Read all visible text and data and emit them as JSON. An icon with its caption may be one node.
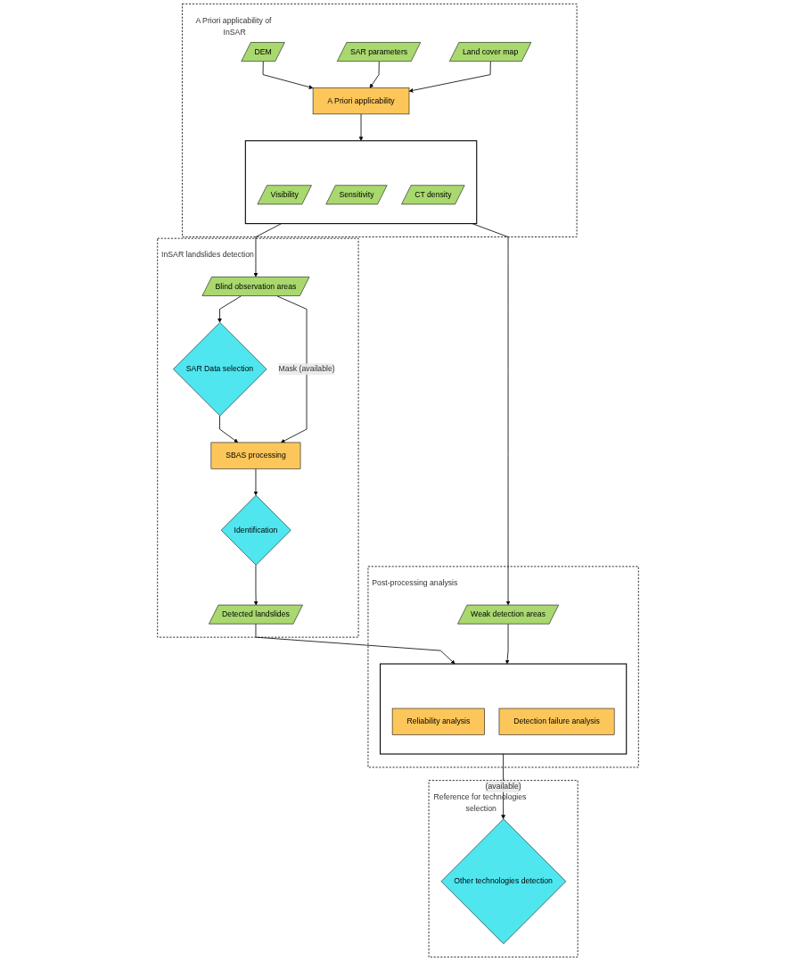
{
  "diagram": {
    "nodes": [
      {
        "text": [
          "A Priori applicability of InSAR"
        ]
      },
      {
        "text": [
          "DEM"
        ],
        "in": 0
      },
      {
        "text": [
          "SAR parameters"
        ],
        "in": 0
      },
      {
        "text": [
          "Land cover map"
        ],
        "in": 0
      },
      {
        "text": [
          "A Priori applicability"
        ],
        "in": 0
      },
      {
        "text": [],
        "shape": "box",
        "in": 0
      },
      {
        "text": [
          "Visibility"
        ],
        "in": 5
      },
      {
        "text": [
          "Sensitivity"
        ],
        "in": 5
      },
      {
        "text": [
          "CT density"
        ],
        "in": 5
      },
      {
        "text": [
          "InSAR  landslides detection"
        ]
      },
      {
        "text": [
          "Blind observation areas"
        ],
        "in": 9
      },
      {
        "text": [
          "SAR Data selection"
        ],
        "in": 9
      },
      {
        "text": [
          "SBAS processing"
        ],
        "in": 9
      },
      {
        "text": [
          "Identification"
        ],
        "in": 9
      },
      {
        "text": [
          "Detected landslides"
        ],
        "in": 9
      },
      {
        "text": [
          "Post-processing analysis"
        ]
      },
      {
        "text": [
          "Weak detection areas"
        ],
        "in": 15
      },
      {
        "text": [],
        "shape": "box",
        "in": 15
      },
      {
        "text": [
          "Reliability analysis"
        ],
        "in": 17
      },
      {
        "text": [
          "Detection failure analysis"
        ],
        "in": 17
      },
      {
        "text": [
          "Reference for technologies selection"
        ]
      },
      {
        "text": [
          "Other technologies detection"
        ],
        "in": 20
      }
    ],
    "edges": [
      {
        "from": 1,
        "to": 4,
        "arrow": "to"
      },
      {
        "from": 2,
        "to": 4,
        "arrow": "to"
      },
      {
        "from": 3,
        "to": 4,
        "arrow": "to"
      },
      {
        "from": 4,
        "to": 5,
        "arrow": "to"
      },
      {
        "from": 5,
        "to": 10,
        "arrow": "to"
      },
      {
        "from": 5,
        "to": 16,
        "arrow": "to"
      },
      {
        "from": 10,
        "to": 11,
        "arrow": "to"
      },
      {
        "from": 11,
        "to": 12,
        "arrow": "to"
      },
      {
        "from": 10,
        "to": 12,
        "arrow": "to",
        "label": "Mask (available)"
      },
      {
        "from": 12,
        "to": 13,
        "arrow": "to"
      },
      {
        "from": 13,
        "to": 14,
        "arrow": "to"
      },
      {
        "from": 14,
        "to": 17,
        "arrow": "to"
      },
      {
        "from": 16,
        "to": 17,
        "arrow": "to"
      },
      {
        "from": 17,
        "to": 21,
        "arrow": "to",
        "label": "(available)"
      }
    ]
  }
}
